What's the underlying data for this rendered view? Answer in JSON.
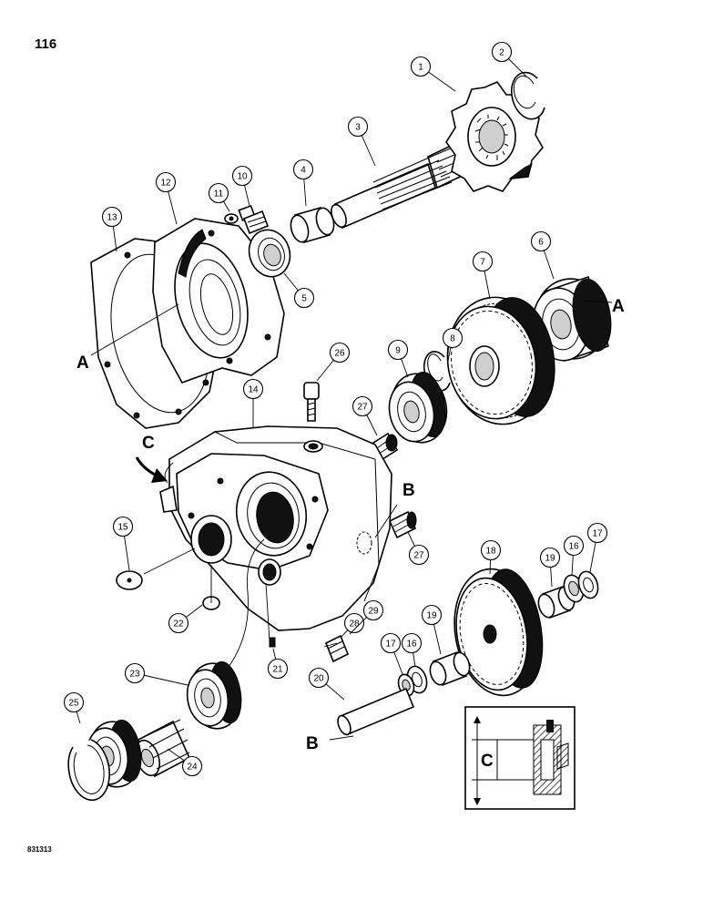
{
  "page_number": "116",
  "figure_code": "831313",
  "callouts": [
    "1",
    "2",
    "3",
    "4",
    "5",
    "6",
    "7",
    "8",
    "9",
    "10",
    "11",
    "12",
    "13",
    "14",
    "15",
    "16",
    "16",
    "17",
    "17",
    "18",
    "19",
    "19",
    "20",
    "21",
    "22",
    "23",
    "24",
    "25",
    "26",
    "27",
    "27",
    "28",
    "29"
  ],
  "reference_letters": {
    "a_left": "A",
    "a_right": "A",
    "b_upper": "B",
    "b_lower": "B",
    "c_arrow": "C",
    "c_inset": "C"
  }
}
